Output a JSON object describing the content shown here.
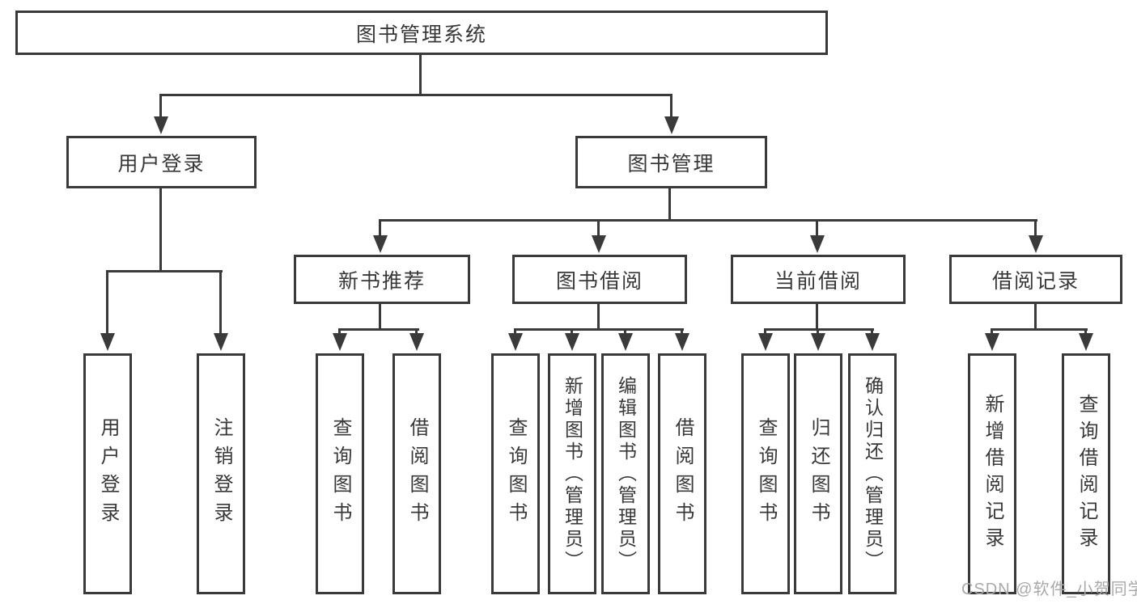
{
  "diagram": {
    "root": {
      "label": "图书管理系统"
    },
    "level2": [
      {
        "label": "用户登录"
      },
      {
        "label": "图书管理"
      }
    ],
    "level3": [
      {
        "label": "新书推荐",
        "parent": "图书管理"
      },
      {
        "label": "图书借阅",
        "parent": "图书管理"
      },
      {
        "label": "当前借阅",
        "parent": "图书管理"
      },
      {
        "label": "借阅记录",
        "parent": "图书管理"
      }
    ],
    "leaves": [
      {
        "label": "用户登录",
        "parent": "用户登录"
      },
      {
        "label": "注销登录",
        "parent": "用户登录"
      },
      {
        "label": "查询图书",
        "parent": "新书推荐"
      },
      {
        "label": "借阅图书",
        "parent": "新书推荐"
      },
      {
        "label": "查询图书",
        "parent": "图书借阅"
      },
      {
        "label": "新增图书（管理员）",
        "parent": "图书借阅"
      },
      {
        "label": "编辑图书（管理员）",
        "parent": "图书借阅"
      },
      {
        "label": "借阅图书",
        "parent": "图书借阅"
      },
      {
        "label": "查询图书",
        "parent": "当前借阅"
      },
      {
        "label": "归还图书",
        "parent": "当前借阅"
      },
      {
        "label": "确认归还（管理员）",
        "parent": "当前借阅"
      },
      {
        "label": "新增借阅记录",
        "parent": "借阅记录"
      },
      {
        "label": "查询借阅记录",
        "parent": "借阅记录"
      }
    ]
  },
  "watermark": {
    "text": "CSDN @软件_小贺同学"
  },
  "colors": {
    "line": "#3a3a3a",
    "text": "#383838",
    "background": "#ffffff",
    "watermark": "#a9a9a9"
  }
}
